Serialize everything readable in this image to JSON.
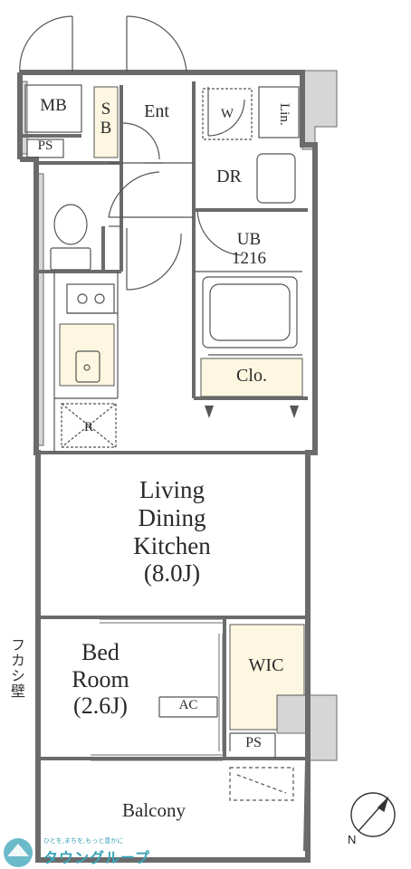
{
  "plan": {
    "rooms": {
      "mb": "MB",
      "ps_top": "PS",
      "sb_1": "S",
      "sb_2": "B",
      "ent": "Ent",
      "w": "W",
      "lin": "Lin.",
      "dr": "DR",
      "ub_1": "UB",
      "ub_2": "1216",
      "clo": "Clo.",
      "r": "R",
      "ldk_1": "Living",
      "ldk_2": "Dining",
      "ldk_3": "Kitchen",
      "ldk_4": "(8.0J)",
      "bed_1": "Bed",
      "bed_2": "Room",
      "bed_3": "(2.6J)",
      "ac": "AC",
      "wic": "WIC",
      "ps_bottom": "PS",
      "balcony": "Balcony"
    },
    "side_note": "フカシ壁",
    "north": "N",
    "watermark": {
      "tagline": "ひとを,まちを,もっと豊かに",
      "brand": "タウングループ"
    },
    "colors": {
      "wall": "#6b6b6b",
      "wall_fill": "#d6d6d6",
      "storage": "#fdf6e0",
      "line": "#555555",
      "watermark": "#3aa3b7"
    }
  }
}
